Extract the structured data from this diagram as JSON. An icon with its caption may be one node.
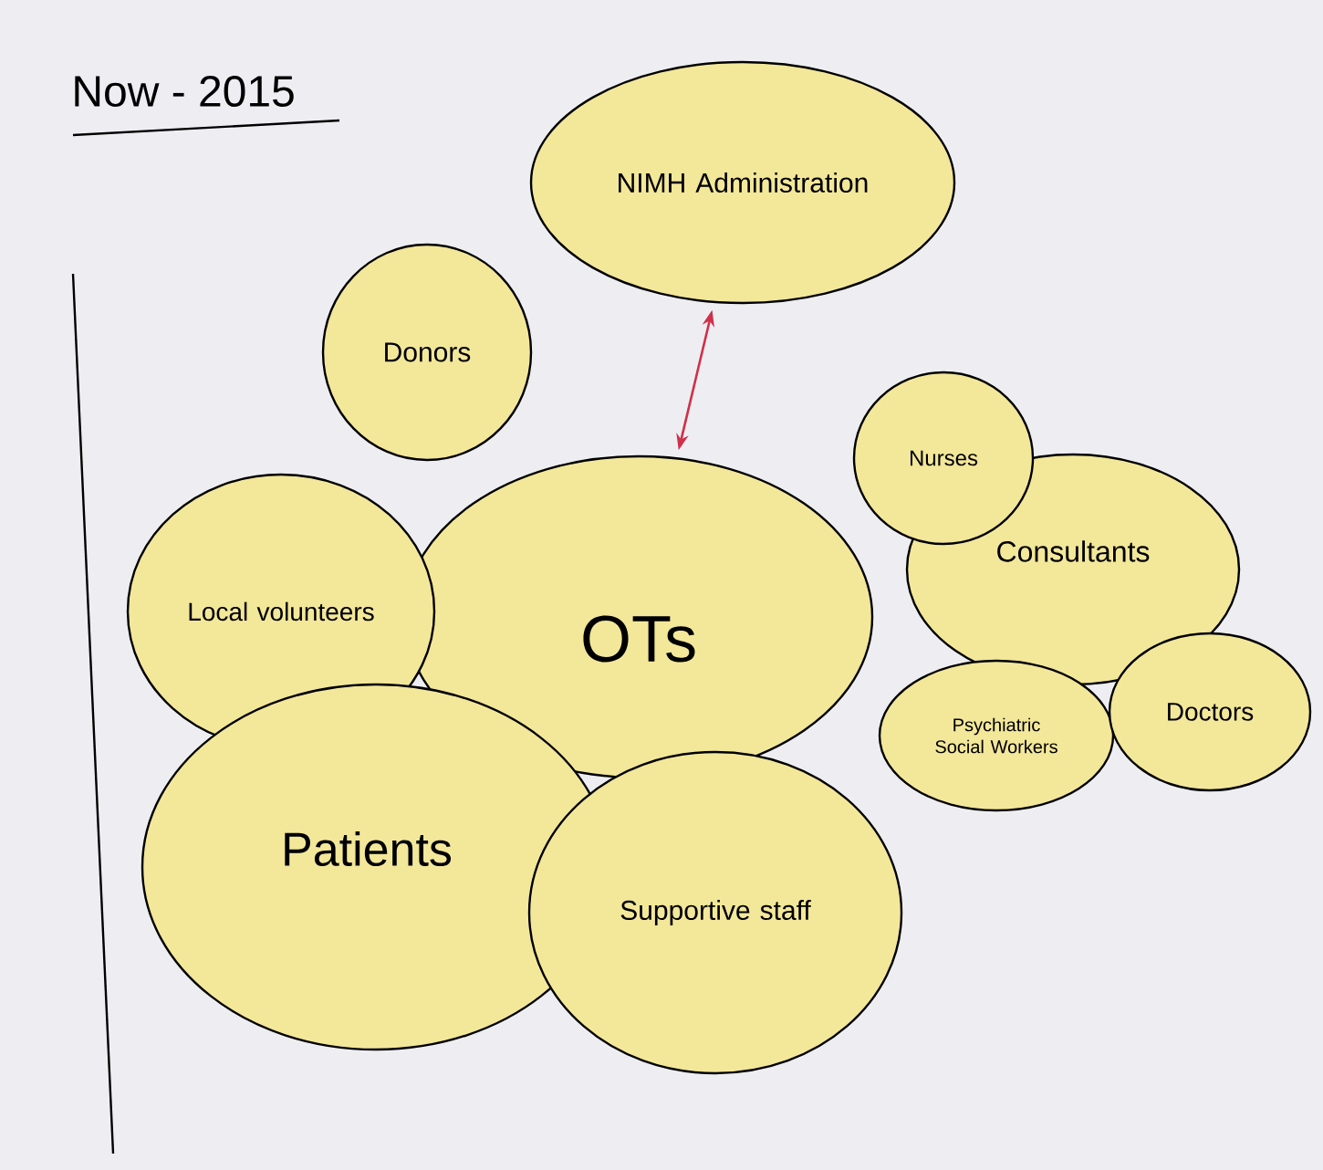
{
  "diagram": {
    "title": "Now - 2015",
    "nodes": [
      {
        "text": [
          "NIMH Administration"
        ]
      },
      {
        "text": [
          "Donors"
        ]
      },
      {
        "text": [
          "OTs"
        ]
      },
      {
        "text": [
          "Local volunteers"
        ]
      },
      {
        "text": [
          "Consultants"
        ]
      },
      {
        "text": [
          "Nurses"
        ]
      },
      {
        "text": [
          "Patients"
        ]
      },
      {
        "text": [
          "Supportive staff"
        ]
      },
      {
        "text": [
          "Psychiatric Social Workers"
        ]
      },
      {
        "text": [
          "Doctors"
        ]
      }
    ],
    "edges": [
      {
        "from": 0,
        "to": 2,
        "arrow": "both",
        "color": "#d0304a"
      }
    ]
  }
}
